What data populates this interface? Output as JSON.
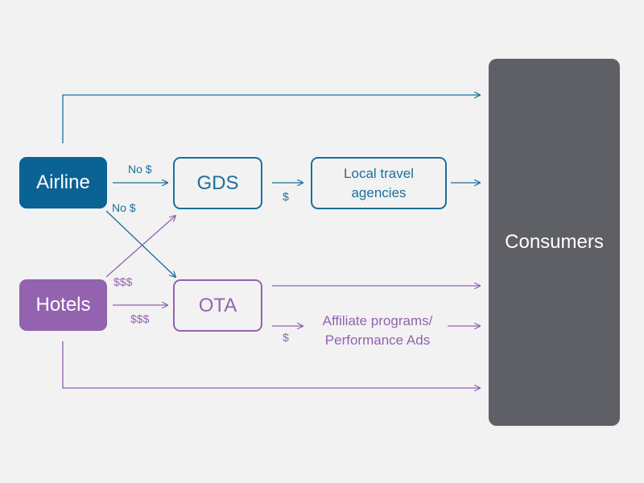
{
  "colors": {
    "airline_blue": "#0b6295",
    "outline_blue": "#1b6f9c",
    "hotel_purple": "#9363b0",
    "consumers_gray": "#5e6066",
    "background": "#f2f2f2"
  },
  "nodes": {
    "airline": "Airline",
    "hotels": "Hotels",
    "gds": "GDS",
    "ota": "OTA",
    "local_travel_line1": "Local travel",
    "local_travel_line2": "agencies",
    "affiliate_line1": "Affiliate programs/",
    "affiliate_line2": "Performance Ads",
    "consumers": "Consumers"
  },
  "edge_labels": {
    "airline_to_gds": "No $",
    "airline_to_ota": "No $",
    "gds_to_local": "$",
    "hotels_to_gds": "$$$",
    "hotels_to_ota": "$$$",
    "ota_to_affiliate": "$"
  }
}
